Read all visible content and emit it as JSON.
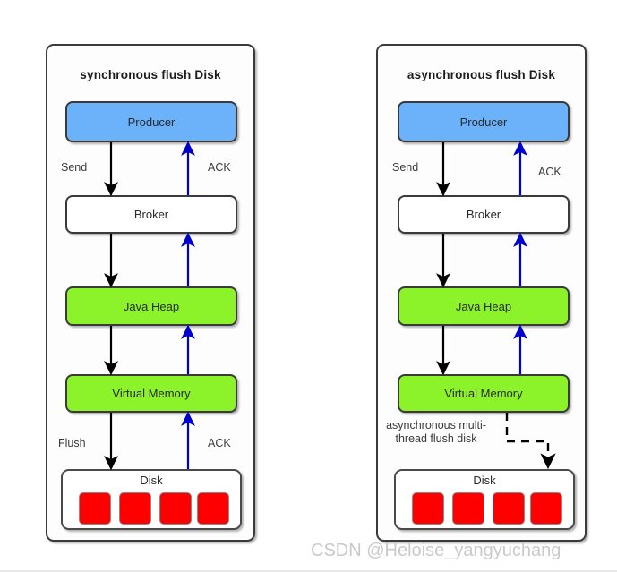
{
  "watermark": "CSDN @Heloise_yangyuchang",
  "colors": {
    "producer": "#6BB2FA",
    "memory": "#8CF32B",
    "platter": "#FF0000",
    "send_arrow": "#000000",
    "ack_arrow": "#0000CC",
    "border": "#3a3a3a"
  },
  "panels": [
    {
      "id": "synchronous",
      "title": "synchronous flush Disk",
      "nodes": [
        {
          "id": "producer",
          "label": "Producer",
          "style": "blue"
        },
        {
          "id": "broker",
          "label": "Broker",
          "style": "white"
        },
        {
          "id": "java-heap",
          "label": "Java Heap",
          "style": "green"
        },
        {
          "id": "virtual-memory",
          "label": "Virtual Memory",
          "style": "green"
        },
        {
          "id": "disk",
          "label": "Disk",
          "style": "disk",
          "platters": 4
        }
      ],
      "edge_labels": [
        {
          "id": "send",
          "text": "Send"
        },
        {
          "id": "ack-top",
          "text": "ACK"
        },
        {
          "id": "flush",
          "text": "Flush"
        },
        {
          "id": "ack-bottom",
          "text": "ACK"
        }
      ]
    },
    {
      "id": "asynchronous",
      "title": "asynchronous flush Disk",
      "nodes": [
        {
          "id": "producer",
          "label": "Producer",
          "style": "blue"
        },
        {
          "id": "broker",
          "label": "Broker",
          "style": "white"
        },
        {
          "id": "java-heap",
          "label": "Java Heap",
          "style": "green"
        },
        {
          "id": "virtual-memory",
          "label": "Virtual Memory",
          "style": "green"
        },
        {
          "id": "disk",
          "label": "Disk",
          "style": "disk",
          "platters": 4
        }
      ],
      "edge_labels": [
        {
          "id": "send",
          "text": "Send"
        },
        {
          "id": "ack-top",
          "text": "ACK"
        },
        {
          "id": "async-flush",
          "text": "asynchronous multi-thread flush disk"
        }
      ]
    }
  ]
}
